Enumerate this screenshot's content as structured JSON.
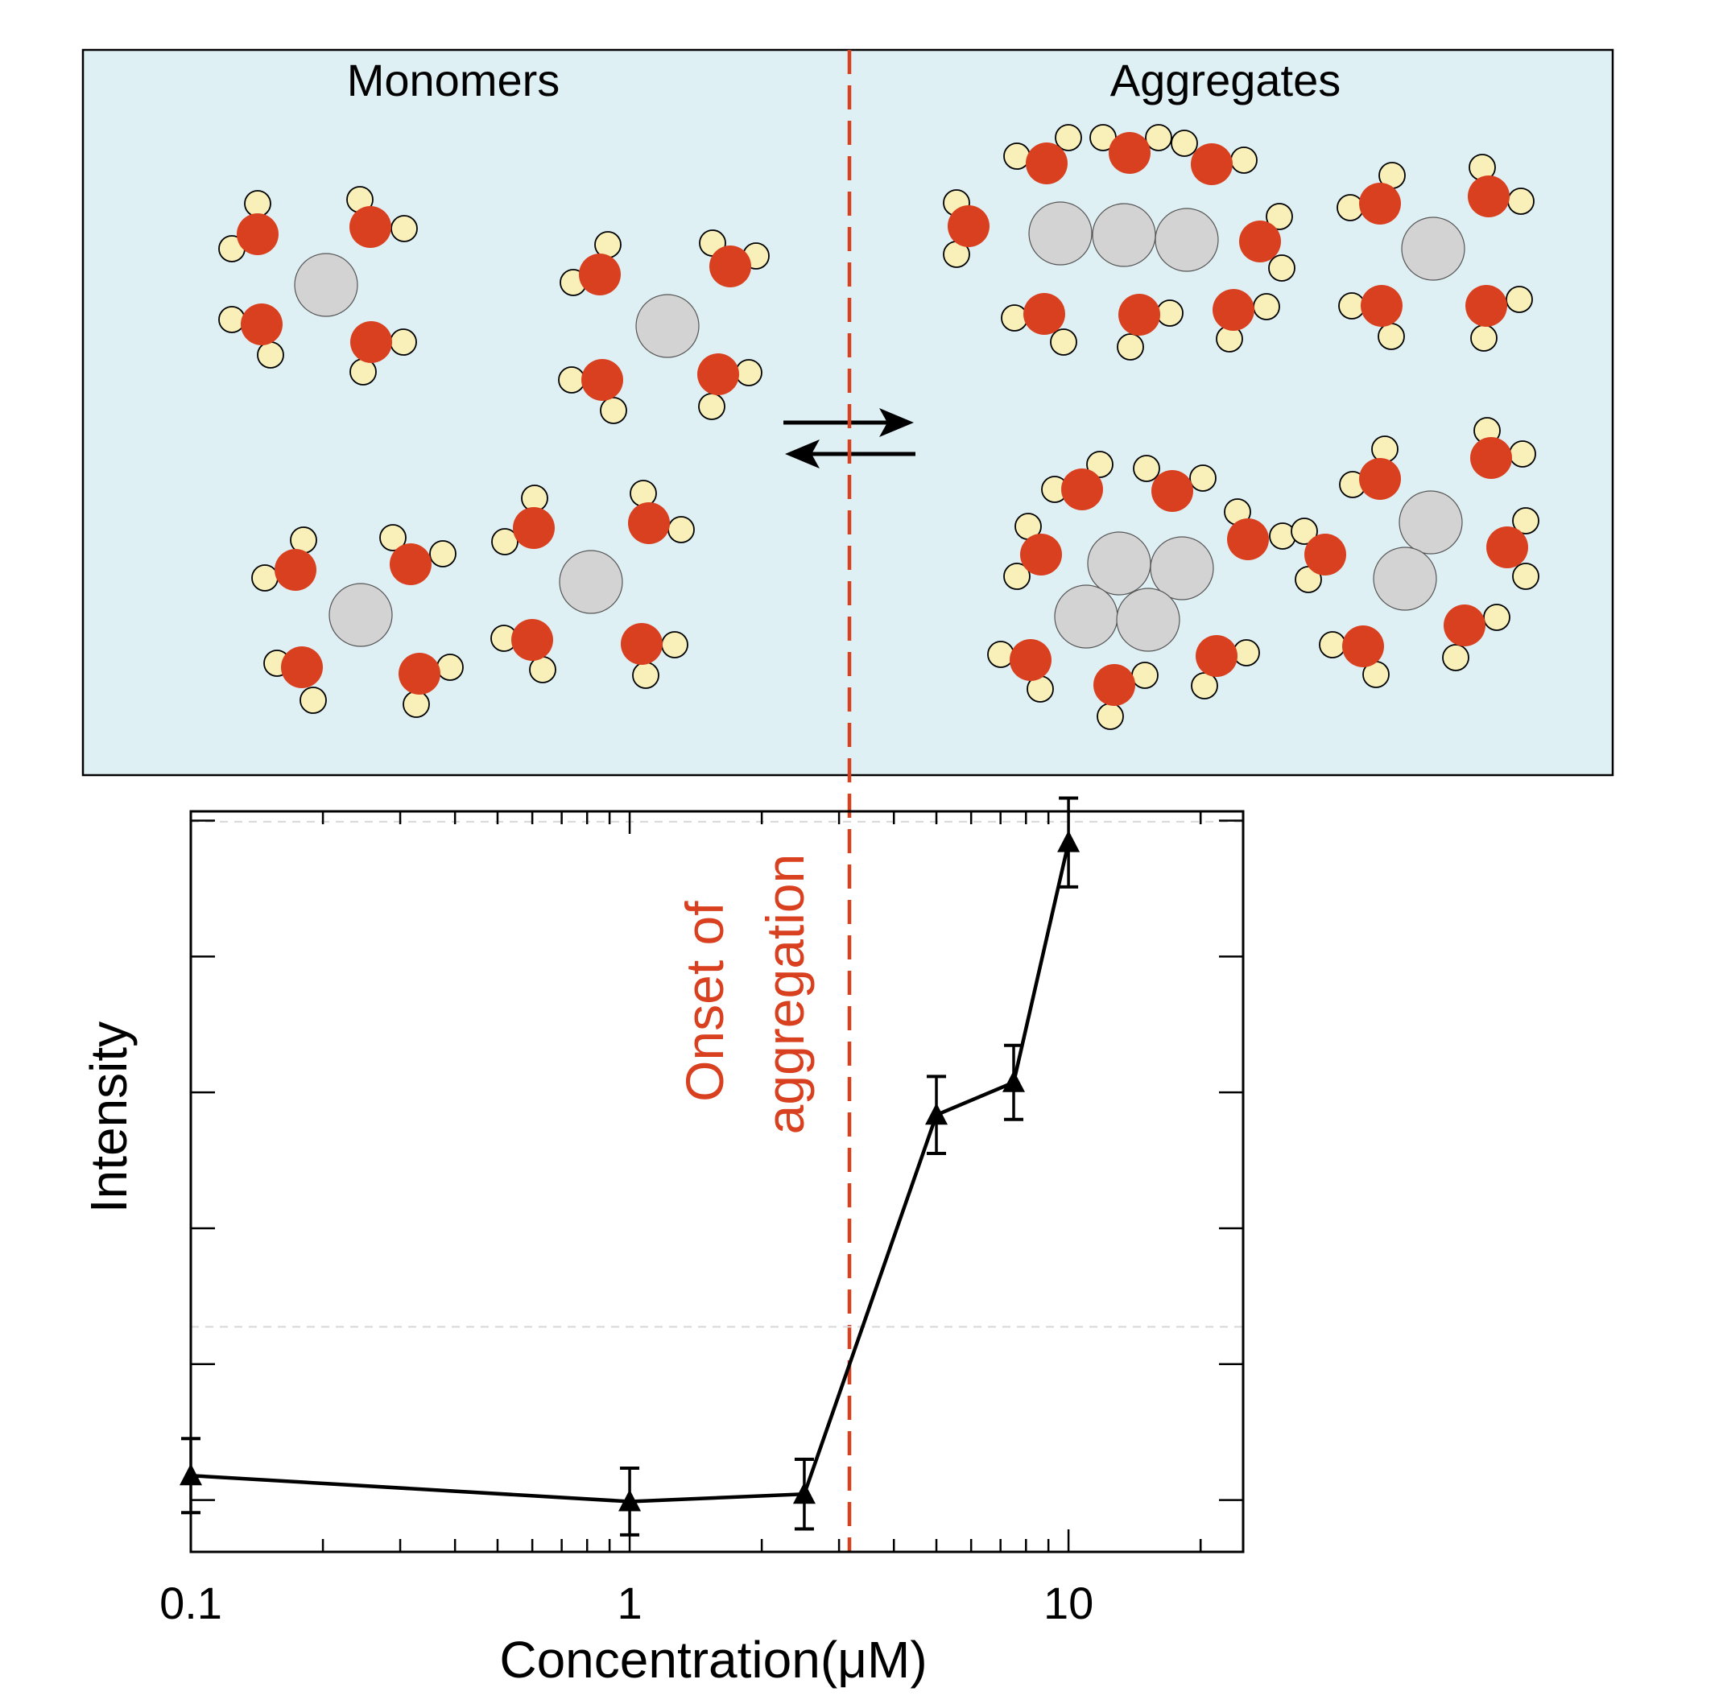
{
  "schematic": {
    "left_label": "Monomers",
    "right_label": "Aggregates",
    "colors": {
      "background": "#dff0f5",
      "oxygen": "#d9401f",
      "hydrogen": "#f8f0b8",
      "solute": "#d3d3d3",
      "divider": "#d9401f"
    }
  },
  "chart_data": {
    "type": "line",
    "title": "",
    "xlabel": "Concentration(μM)",
    "ylabel": "Intensity",
    "x_scale": "log",
    "xlim": [
      0.1,
      25
    ],
    "ylim": [
      0,
      1
    ],
    "grid": false,
    "x_ticks": [
      {
        "value": 0.1,
        "label": "0.1"
      },
      {
        "value": 1,
        "label": "1"
      },
      {
        "value": 10,
        "label": "10"
      }
    ],
    "series": [
      {
        "marker": "triangle",
        "color": "#000000",
        "points": [
          {
            "x": 0.1,
            "y": 0.103,
            "err": 0.05
          },
          {
            "x": 1,
            "y": 0.068,
            "err": 0.045
          },
          {
            "x": 2.5,
            "y": 0.078,
            "err": 0.047
          },
          {
            "x": 5,
            "y": 0.59,
            "err": 0.052
          },
          {
            "x": 7.5,
            "y": 0.634,
            "err": 0.05
          },
          {
            "x": 10,
            "y": 0.958,
            "err": 0.06
          }
        ]
      }
    ],
    "annotation": {
      "x": 3.3,
      "color": "#d9401f",
      "lines": [
        "Onset of",
        "aggregation"
      ]
    }
  }
}
